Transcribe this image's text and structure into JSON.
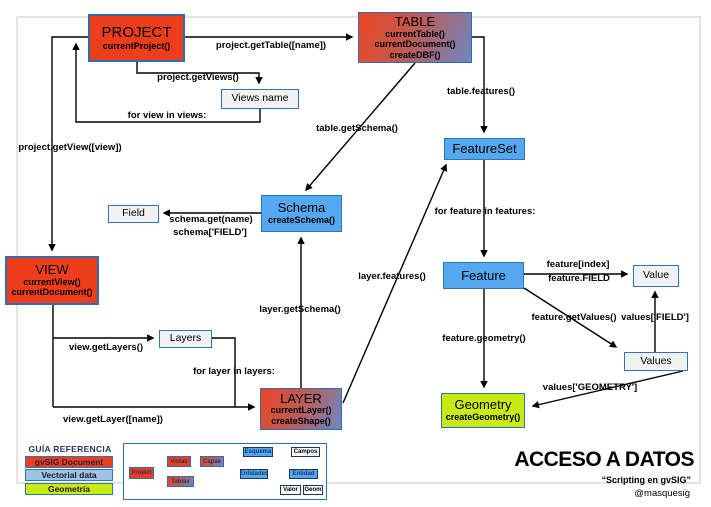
{
  "diagram": {
    "nodes": {
      "project": {
        "title": "PROJECT",
        "methods": [
          "currentProject()"
        ]
      },
      "table": {
        "title": "TABLE",
        "methods": [
          "currentTable()",
          "currentDocument()",
          "createDBF()"
        ]
      },
      "views_name": {
        "title": "Views name"
      },
      "field": {
        "title": "Field"
      },
      "schema": {
        "title": "Schema",
        "methods": [
          "createSchema()"
        ]
      },
      "view": {
        "title": "VIEW",
        "methods": [
          "currentView()",
          "currentDocument()"
        ]
      },
      "featureset": {
        "title": "FeatureSet"
      },
      "feature": {
        "title": "Feature"
      },
      "value": {
        "title": "Value"
      },
      "values": {
        "title": "Values"
      },
      "layers": {
        "title": "Layers"
      },
      "layer": {
        "title": "LAYER",
        "methods": [
          "currentLayer()",
          "createShape()"
        ]
      },
      "geometry": {
        "title": "Geometry",
        "methods": [
          "createGeometry()"
        ]
      }
    },
    "edge_labels": {
      "get_table": "project.getTable([name])",
      "get_views": "project.getViews()",
      "for_view": "for view in views:",
      "get_view": "project.getView([view])",
      "table_features": "table.features()",
      "table_get_schema": "table.getSchema()",
      "schema_get": "schema.get(name)",
      "schema_field": "schema['FIELD']",
      "layer_get_schema": "layer.getSchema()",
      "layer_features": "layer.features()",
      "for_feature": "for feature in features:",
      "feature_index": "feature[index]",
      "feature_field": "feature.FIELD",
      "feature_get_values": "feature.getValues()",
      "values_field": "values['FIELD']",
      "feature_geometry": "feature.geometry()",
      "values_geometry": "values['GEOMETRY']",
      "view_get_layers": "view.getLayers()",
      "for_layer": "for layer in layers:",
      "view_get_layer": "view.getLayer([name])"
    }
  },
  "legend": {
    "heading": "GUÍA REFERENCIA",
    "items": [
      {
        "label": "gvSIG Document",
        "color": "#EE3D1B"
      },
      {
        "label": "Vectorial data",
        "color": "#9DC3E6"
      },
      {
        "label": "Geometría",
        "color": "#C9EA12"
      }
    ]
  },
  "mini_map": {
    "nodes": {
      "project": "Project",
      "vistas": "Vistas",
      "tablas": "Tablas",
      "capas": "Capas",
      "esquema": "Esquema",
      "campos": "Campos",
      "entidades": "Entidades",
      "entidad": "Entidad",
      "valor": "Valor",
      "geom": "Geom"
    }
  },
  "footer": {
    "title": "ACCESO A DATOS",
    "subtitle": "“Scripting en gvSIG”",
    "handle": "@masquesig"
  },
  "colors": {
    "document_red": "#EE3D1B",
    "vector_blue": "#54A7F0",
    "geometry_green": "#C9EA12",
    "border_blue": "#2E75B6",
    "legend_light_blue": "#9DC3E6",
    "page_border_gray": "#C8C8C8"
  }
}
